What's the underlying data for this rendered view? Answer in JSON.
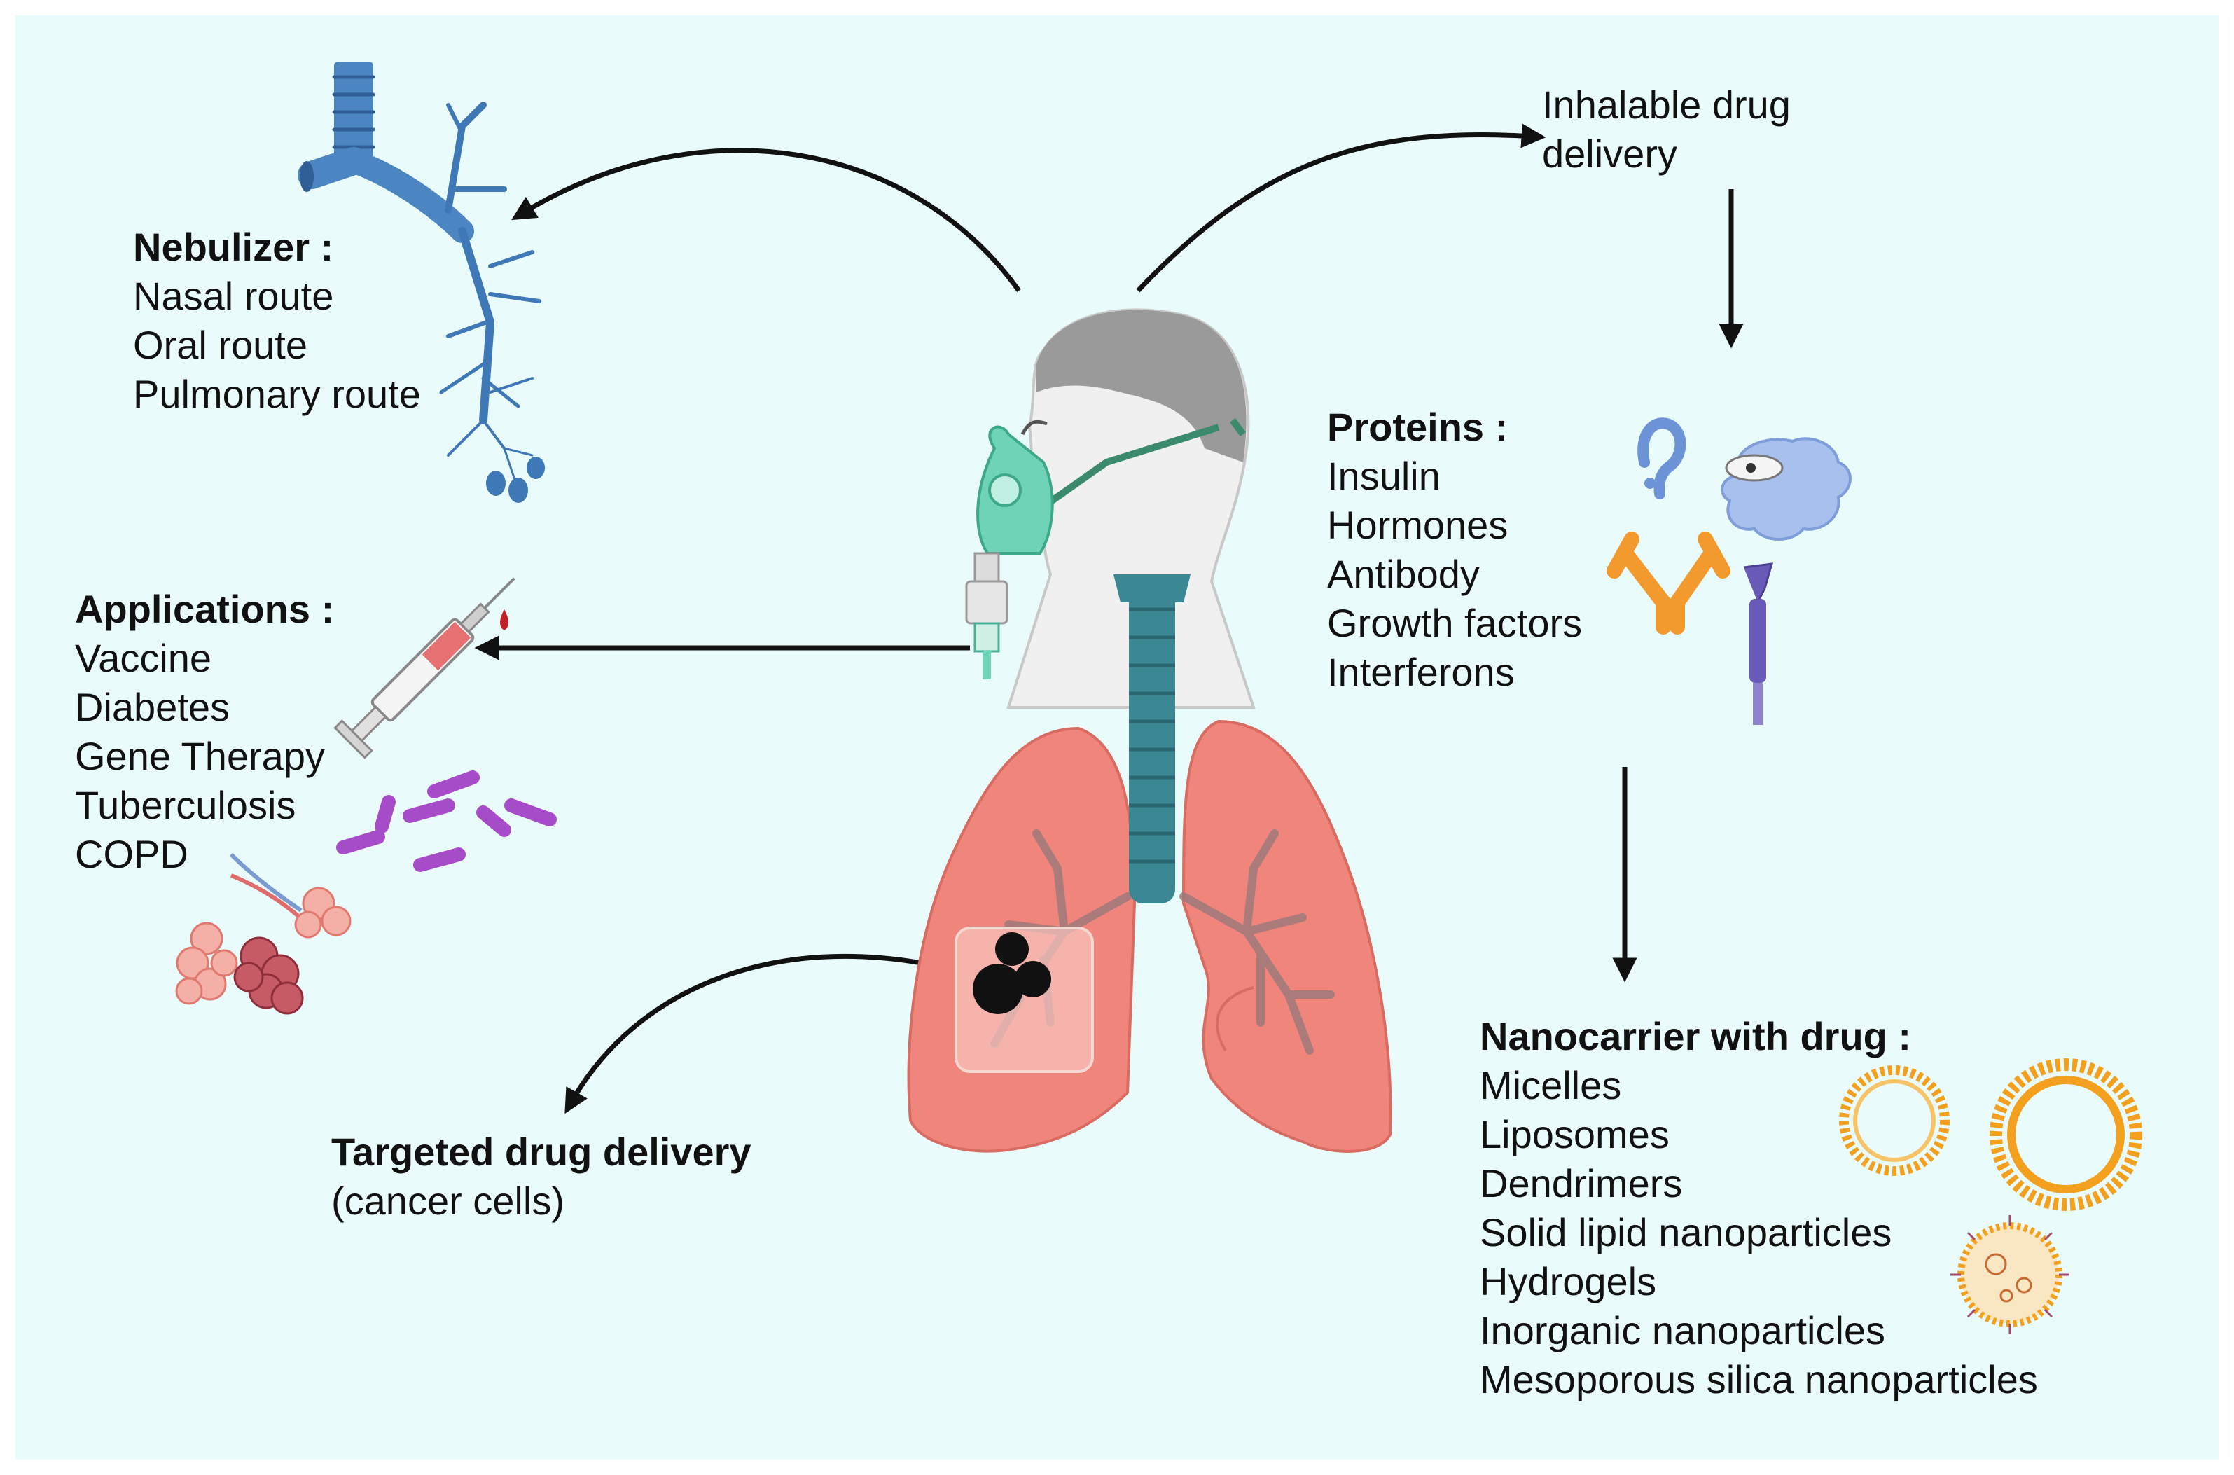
{
  "nebulizer": {
    "heading": "Nebulizer :",
    "items": [
      "Nasal route",
      "Oral route",
      "Pulmonary route"
    ]
  },
  "inhalable": {
    "lines": [
      "Inhalable drug",
      "delivery"
    ]
  },
  "applications": {
    "heading": "Applications :",
    "items": [
      "Vaccine",
      "Diabetes",
      "Gene Therapy",
      "Tuberculosis",
      "COPD"
    ]
  },
  "proteins": {
    "heading": "Proteins :",
    "items": [
      "Insulin",
      "Hormones",
      "Antibody",
      "Growth factors",
      "Interferons"
    ]
  },
  "targeted": {
    "heading": "Targeted drug delivery",
    "sub": "(cancer cells)"
  },
  "nanocarrier": {
    "heading": "Nanocarrier with drug :",
    "items": [
      "Micelles",
      "Liposomes",
      "Dendrimers",
      "Solid lipid nanoparticles",
      "Hydrogels",
      "Inorganic nanoparticles",
      "Mesoporous silica nanoparticles"
    ]
  },
  "colors": {
    "background": "#eafbfb",
    "bronchi": "#3f78b6",
    "lung": "#f0857c",
    "trachea": "#3c8794",
    "mask": "#6fd3b8",
    "nanoparticle": "#f2a01e",
    "bacteria": "#a74cc8",
    "arrow": "#111111"
  }
}
